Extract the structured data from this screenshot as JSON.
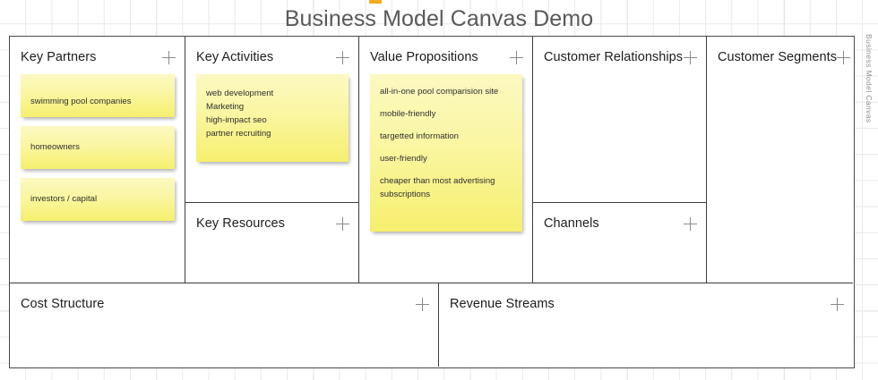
{
  "page": {
    "title": "Business Model Canvas Demo",
    "side_tab_label": "Business Model Canvas",
    "accent_note_color": "#faf6a2",
    "accent_scrap_color": "#f0a818",
    "border_color": "#3c3c3c",
    "title_color": "#595959"
  },
  "blocks": {
    "key_partners": {
      "title": "Key Partners",
      "add_label": "+",
      "notes": [
        {
          "lines": [
            "swimming pool companies"
          ]
        },
        {
          "lines": [
            "homeowners"
          ]
        },
        {
          "lines": [
            "investors / capital"
          ]
        }
      ]
    },
    "key_activities": {
      "title": "Key Activities",
      "add_label": "+",
      "notes": [
        {
          "lines": [
            "web development",
            "Marketing",
            "high-impact seo",
            "partner recruiting"
          ]
        }
      ]
    },
    "key_resources": {
      "title": "Key Resources",
      "add_label": "+",
      "notes": []
    },
    "value_propositions": {
      "title": "Value Propositions",
      "add_label": "+",
      "notes": [
        {
          "spaced": true,
          "lines": [
            "all-in-one pool comparision site",
            "mobile-friendly",
            "targetted information",
            "user-friendly",
            "cheaper than most advertising\nsubscriptions"
          ]
        }
      ]
    },
    "customer_relationships": {
      "title": "Customer Relationships",
      "add_label": "+",
      "notes": []
    },
    "channels": {
      "title": "Channels",
      "add_label": "+",
      "notes": []
    },
    "customer_segments": {
      "title": "Customer Segments",
      "add_label": "+",
      "notes": []
    },
    "cost_structure": {
      "title": "Cost Structure",
      "add_label": "+",
      "notes": []
    },
    "revenue_streams": {
      "title": "Revenue Streams",
      "add_label": "+",
      "notes": []
    }
  }
}
